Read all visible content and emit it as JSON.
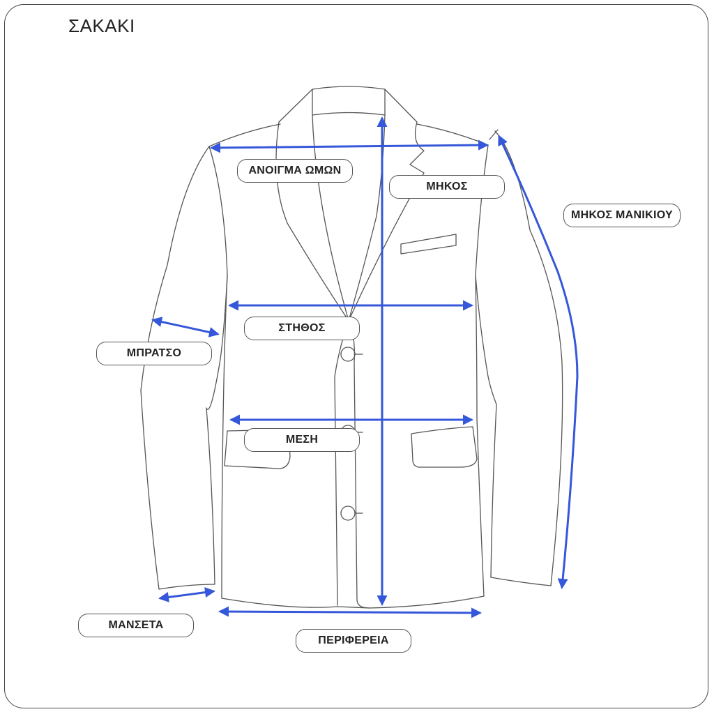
{
  "title": "ΣΑΚΑΚΙ",
  "labels": {
    "shoulders": "ΑΝΟΙΓΜΑ ΩΜΩΝ",
    "length": "ΜΗΚΟΣ",
    "sleeve_length": "ΜΗΚΟΣ ΜΑΝΙΚΙΟΥ",
    "chest": "ΣΤΗΘΟΣ",
    "arm": "ΜΠΡΑΤΣΟ",
    "waist": "ΜΕΣΗ",
    "cuff": "ΜΑΝΣΕΤΑ",
    "circumference": "ΠΕΡΙΦΕΡΕΙΑ"
  },
  "colors": {
    "arrow": "#3557d9",
    "outline": "#555555"
  },
  "icons": [
    "jacket-outline",
    "measurement-arrow"
  ]
}
